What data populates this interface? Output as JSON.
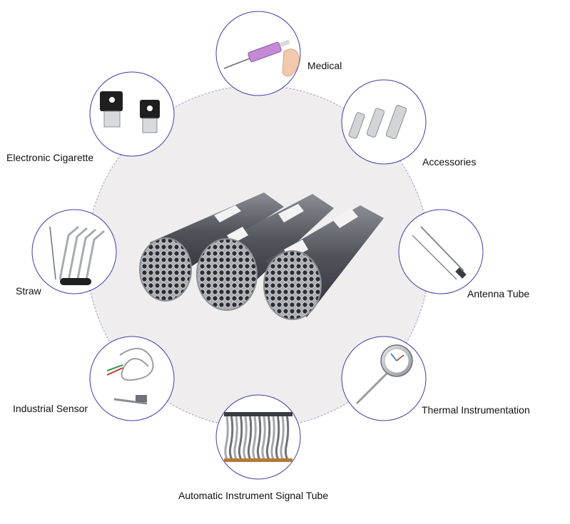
{
  "diagram": {
    "colors": {
      "center_fill": "#efedee",
      "dashed_ring": "#8f97c9",
      "node_border": "#3b3fa8",
      "node_fill": "#ffffff",
      "steel_dark": "#5b5d63",
      "steel_light": "#b4b7bd",
      "band": "#f2f2f2"
    },
    "center_image": "bundles-of-stainless-steel-capillary-tubes",
    "applications": [
      {
        "label": "Medical",
        "icon": "syringe-icon"
      },
      {
        "label": "Accessories",
        "icon": "tube-fittings-icon"
      },
      {
        "label": "Antenna Tube",
        "icon": "antenna-rods-icon"
      },
      {
        "label": "Thermal Instrumentation",
        "icon": "bimetal-thermometer-icon"
      },
      {
        "label": "Automatic Instrument Signal Tube",
        "icon": "flexible-hose-bundle-icon"
      },
      {
        "label": "Industrial Sensor",
        "icon": "thermocouple-sensor-icon"
      },
      {
        "label": "Straw",
        "icon": "metal-straws-icon"
      },
      {
        "label": "Electronic Cigarette",
        "icon": "e-cigarette-cartridge-icon"
      }
    ]
  }
}
